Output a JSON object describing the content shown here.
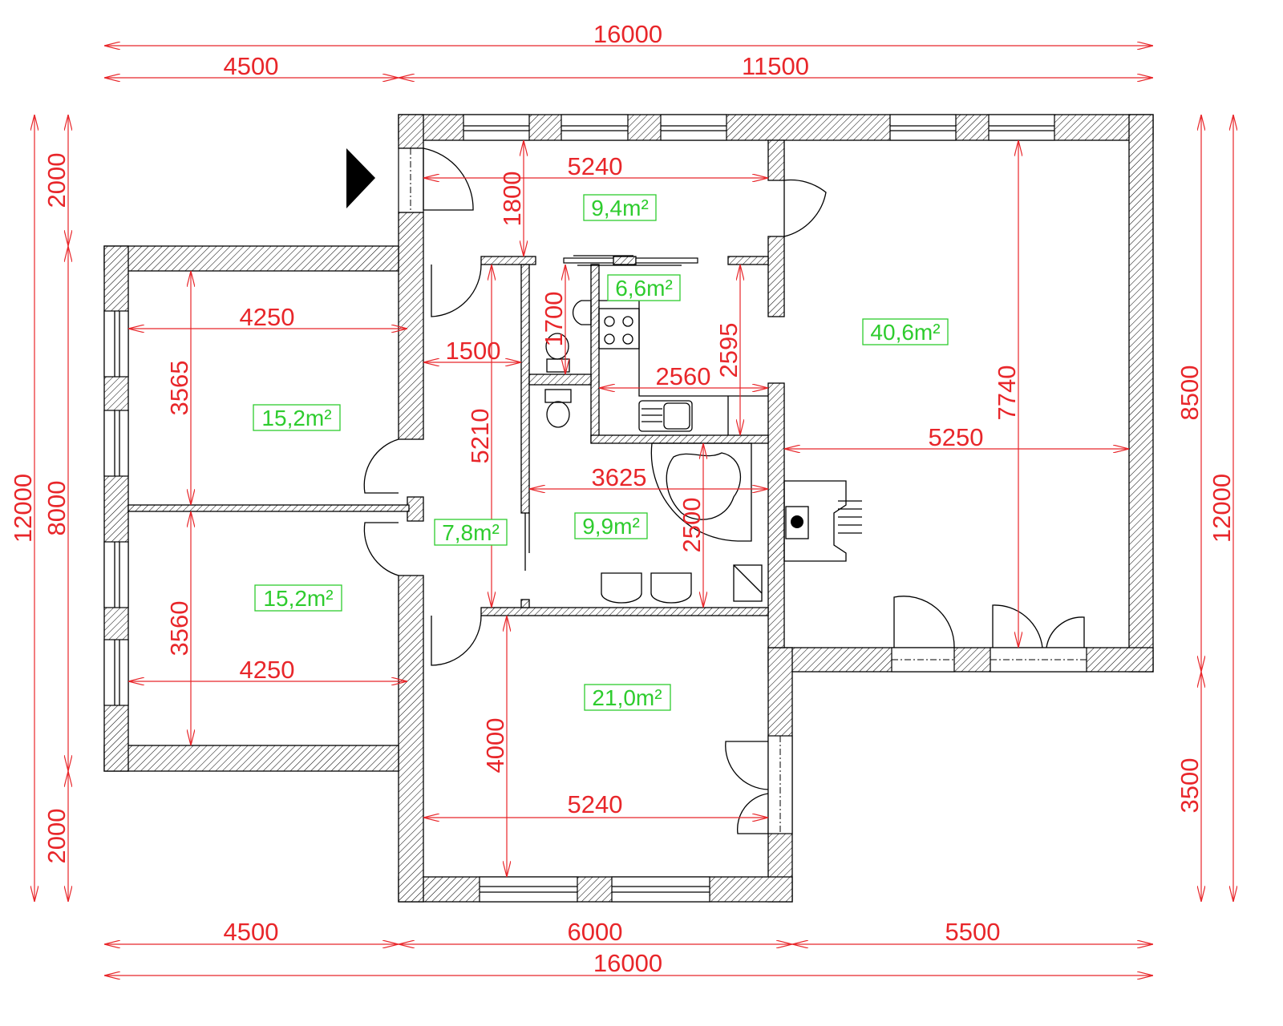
{
  "plan": {
    "dimensions": {
      "top_total": "16000",
      "top_left": "4500",
      "top_right": "11500",
      "hall_width": "5240",
      "hall_depth": "1800",
      "room1_width": "4250",
      "room1_depth": "3565",
      "corridor_width": "1500",
      "wc_depth": "1700",
      "kitchen_width": "2560",
      "kitchen_depth": "2595",
      "living_width": "5250",
      "living_depth": "7740",
      "corridor_length": "5210",
      "bath_width": "3625",
      "bath_depth": "2500",
      "room2_depth": "3560",
      "room2_width": "4250",
      "room3_depth": "4000",
      "room3_width": "5240",
      "bottom_left": "4500",
      "bottom_mid": "6000",
      "bottom_right": "5500",
      "bottom_total": "16000",
      "left_total": "12000",
      "left_top": "2000",
      "left_mid": "8000",
      "left_bottom": "2000",
      "right_upper": "8500",
      "right_lower": "3500",
      "right_total": "12000"
    },
    "areas": {
      "hall": "9,4m²",
      "kitchen": "6,6m²",
      "living": "40,6m²",
      "room1": "15,2m²",
      "room2": "15,2m²",
      "corridor": "7,8m²",
      "bath": "9,9m²",
      "room3": "21,0m²"
    },
    "colors": {
      "dimension": "#e8262a",
      "area": "#2ecc2e"
    }
  }
}
